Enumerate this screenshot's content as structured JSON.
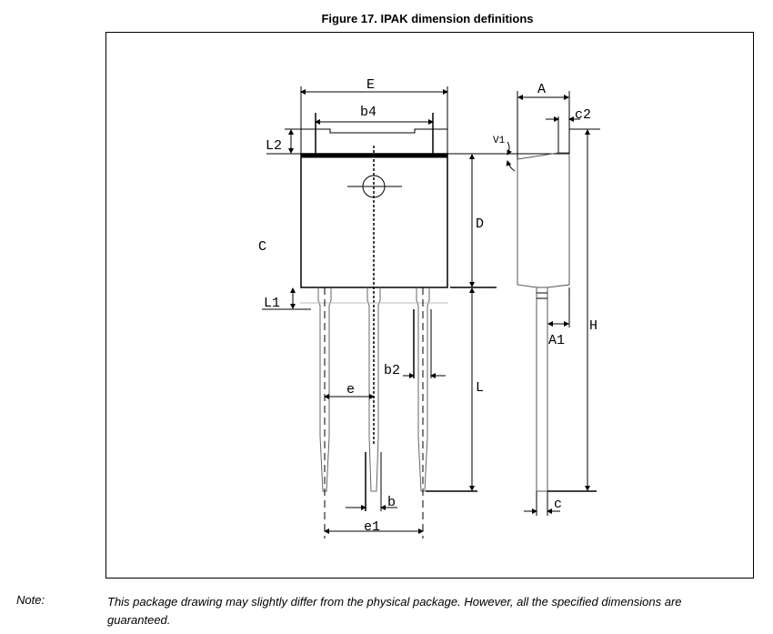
{
  "figure": {
    "title": "Figure 17. IPAK dimension definitions"
  },
  "labels": {
    "E": "E",
    "b4": "b4",
    "L2": "L2",
    "C": "C",
    "D": "D",
    "L1": "L1",
    "b2": "b2",
    "e": "e",
    "L": "L",
    "b": "b",
    "e1": "e1",
    "A": "A",
    "c2": "c2",
    "V1": "V1",
    "H": "H",
    "A1": "A1",
    "c": "c"
  },
  "note": {
    "label": "Note:",
    "text": "This package drawing may slightly differ from the physical package. However, all the specified dimensions are guaranteed."
  }
}
